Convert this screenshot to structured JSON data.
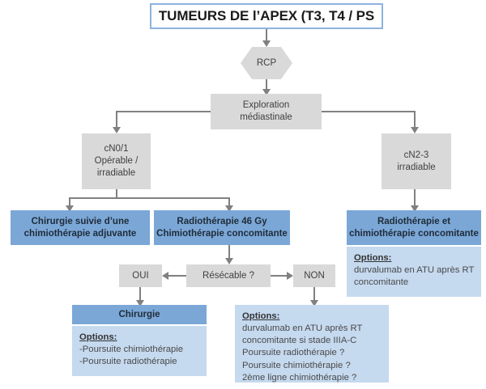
{
  "diagram": {
    "title": "TUMEURS DE l’APEX (T3, T4 / PS",
    "nodes": {
      "rcp": {
        "label": "RCP"
      },
      "exploration": {
        "line1": "Exploration",
        "line2": "médiastinale"
      },
      "cn01": {
        "line1": "cN0/1",
        "line2": "Opérable /",
        "line3": "irradiable"
      },
      "cn23": {
        "line1": "cN2-3",
        "line2": "irradiable"
      },
      "chirurgie_adjuvante": {
        "line1": "Chirurgie suivie d’une",
        "line2": "chimiothérapie adjuvante"
      },
      "radio_46gy": {
        "line1": "Radiothérapie 46 Gy",
        "line2": "Chimiothérapie concomitante"
      },
      "radio_chimio": {
        "line1": "Radiothérapie et",
        "line2": "chimiothérapie concomitante"
      },
      "options_cn23": {
        "heading": "Options:",
        "lines": [
          "durvalumab en ATU après RT",
          "concomitante"
        ]
      },
      "resecable": {
        "label": "Résécable ?"
      },
      "oui": {
        "label": "OUI"
      },
      "non": {
        "label": "NON"
      },
      "chirurgie": {
        "label": "Chirurgie"
      },
      "options_chirurgie": {
        "heading": "Options:",
        "lines": [
          "-Poursuite chimiothérapie",
          "-Poursuite radiothérapie"
        ]
      },
      "options_non": {
        "heading": "Options:",
        "lines": [
          "durvalumab en ATU après RT",
          "concomitante si stade IIIA-C",
          "Poursuite radiothérapie ?",
          "Poursuite chimiothérapie ?",
          "2ème ligne chimiothérapie ?"
        ]
      }
    },
    "colors": {
      "title_border": "#8DB3DE",
      "grey_fill": "#D9D9D9",
      "blue_fill": "#7BA7D7",
      "light_blue_fill": "#C5D9EF",
      "connector": "#808080",
      "text": "#404040"
    }
  }
}
